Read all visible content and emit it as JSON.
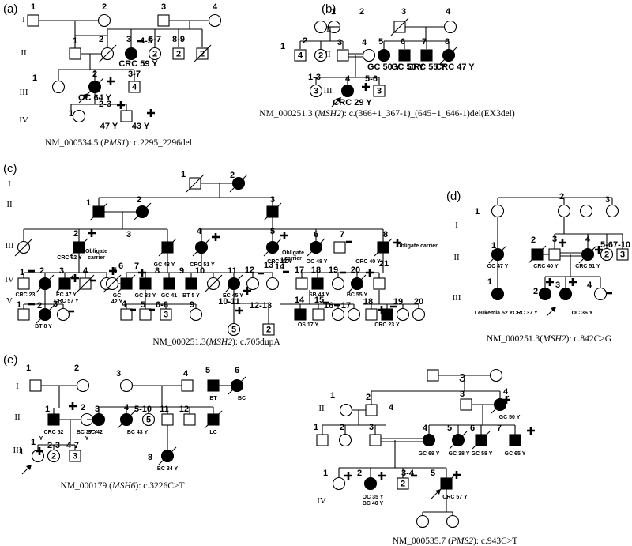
{
  "panels": [
    {
      "letter": "(a)",
      "caption_pre": "NM_000534.5 (",
      "gene": "PMS1",
      "caption_post": "): c.2295_2296del",
      "generations": [
        "I",
        "II",
        "III",
        "IV"
      ],
      "labels": [
        "1",
        "2",
        "3",
        "4",
        "1",
        "2",
        "3",
        "4-5",
        "6-7",
        "8-9",
        "1",
        "2",
        "3-7",
        "1",
        "2-3",
        "CRC 59 Y",
        "OC 64 Y",
        "47 Y",
        "43 Y",
        "2",
        "2",
        "2",
        "4"
      ]
    },
    {
      "letter": "(b)",
      "caption_pre": "NM_000251.3 (",
      "gene": "MSH2",
      "caption_post": "): c.(366+1_367-1)_(645+1_646-1)del(EX3del)",
      "generations": [
        "I",
        "II",
        "III"
      ],
      "labels": [
        "1",
        "2",
        "3",
        "4",
        "1",
        "2",
        "3",
        "4",
        "5",
        "6",
        "7",
        "8",
        "1-3",
        "4",
        "5-6",
        "GC 50 Y",
        "GC 50 Y",
        "CRC 55 Y",
        "CRC 47 Y",
        "CRC 29 Y",
        "4",
        "2",
        "3",
        "3"
      ]
    },
    {
      "letter": "(c)",
      "caption_pre": "NM_000251.3(",
      "gene": "MSH2",
      "caption_post": "): c.705dupA",
      "generations": [
        "I",
        "II",
        "III",
        "IV",
        "V"
      ],
      "labels": [
        "1",
        "2",
        "1",
        "2",
        "3",
        "1",
        "2",
        "3",
        "4",
        "5",
        "6",
        "7",
        "8",
        "1",
        "2",
        "3",
        "4",
        "5",
        "6",
        "7",
        "8",
        "9",
        "10",
        "11",
        "12",
        "13",
        "14",
        "15",
        "16",
        "17",
        "18",
        "19",
        "20",
        "21",
        "1",
        "2",
        "3",
        "4",
        "5",
        "6-8",
        "9",
        "10-11",
        "12-13",
        "14",
        "15",
        "16",
        "17",
        "18",
        "19",
        "20",
        "CRC 62 Y",
        "GC 43 Y",
        "CRC 51 Y",
        "CRC 33 Y",
        "OC 48 Y",
        "CRC 40 Y",
        "CRC 44 Y",
        "CRC 23",
        "EC 47 Y",
        "CRC 57 Y",
        "GC",
        "42 Y",
        "GC 33 Y",
        "GC 41",
        "BT 5 Y",
        "EC 45 Y",
        "SB 44 Y",
        "BC 55 Y",
        "OS 17 Y",
        "CRC 23 Y",
        "BT 8 Y",
        "Obligate",
        "carrier",
        "Obligate",
        "carrier",
        "Obligate carrier",
        "3",
        "5",
        "2",
        "2"
      ]
    },
    {
      "letter": "(d)",
      "caption_pre": "NM_000251.3(",
      "gene": "MSH2",
      "caption_post": "): c.842C>G",
      "generations": [
        "I",
        "II",
        "III"
      ],
      "labels": [
        "1",
        "2",
        "3",
        "1",
        "2",
        "3",
        "4",
        "5-6",
        "7-10",
        "1",
        "2",
        "3",
        "4",
        "OC 47 Y",
        "CRC 40 Y",
        "CRC 51 Y",
        "Leukemia  52 Y",
        "CRC 37 Y",
        "OC 36 Y",
        "2",
        "3"
      ]
    },
    {
      "letter": "(e)",
      "caption_pre": "NM_000179 (",
      "gene": "MSH6",
      "caption_post": "): c.3226C>T",
      "generations": [
        "I",
        "II",
        "III"
      ],
      "labels": [
        "1",
        "2",
        "3",
        "4",
        "5",
        "6",
        "1",
        "2",
        "3",
        "4",
        "5-10",
        "11",
        "12",
        "1",
        "1",
        "2-3",
        "4-7",
        "8",
        "CRC 52",
        "Y",
        "BC 37 Y",
        "BC 42",
        "Y",
        "BC 43 Y",
        "BT",
        "BC",
        "LC",
        "BC 34 Y",
        "5",
        "2",
        "3"
      ]
    },
    {
      "letter": "(f)",
      "caption_pre": "NM_000535.7 (",
      "gene": "PMS2",
      "caption_post": "): c.943C>T",
      "generations": [
        "II",
        "III",
        "IV"
      ],
      "labels": [
        "1",
        "2",
        "4",
        "3",
        "4",
        "1",
        "2",
        "3",
        "4",
        "5",
        "6",
        "7",
        "1",
        "2",
        "3-4",
        "5",
        "GC 50 Y",
        "GC 69 Y",
        "GC 38 Y",
        "GC 58 Y",
        "GC 65 Y",
        "OC 35 Y",
        "BC 40 Y",
        "CRC 57 Y",
        "2"
      ]
    }
  ]
}
